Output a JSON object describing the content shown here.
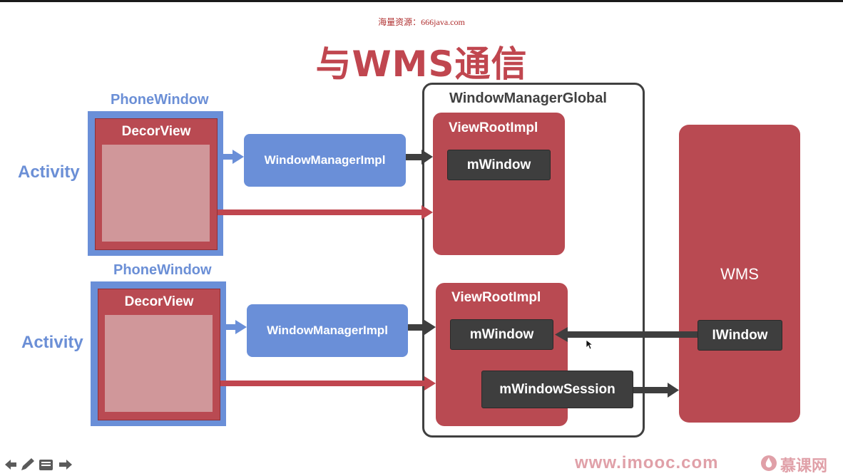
{
  "watermark": "海量资源：666java.com",
  "title": "与WMS通信",
  "top_group": {
    "activity_label": "Activity",
    "phone_window_label": "PhoneWindow",
    "decor_view_label": "DecorView",
    "window_manager_impl_label": "WindowManagerImpl"
  },
  "bottom_group": {
    "activity_label": "Activity",
    "phone_window_label": "PhoneWindow",
    "decor_view_label": "DecorView",
    "window_manager_impl_label": "WindowManagerImpl"
  },
  "global": {
    "label": "WindowManagerGlobal",
    "view_root_top": {
      "label": "ViewRootImpl",
      "m_window": "mWindow"
    },
    "view_root_bottom": {
      "label": "ViewRootImpl",
      "m_window": "mWindow",
      "m_window_session": "mWindowSession"
    }
  },
  "wms": {
    "label": "WMS",
    "iwindow": "IWindow"
  },
  "footer": {
    "site": "www.imooc.com",
    "brand": "慕课网"
  },
  "colors": {
    "red": "#b94a52",
    "blue": "#6a8fd8",
    "dark": "#3e3e3e",
    "title": "#c0464f"
  },
  "toolbar_icons": [
    "arrow-left-icon",
    "pencil-icon",
    "menu-icon",
    "arrow-right-icon"
  ]
}
